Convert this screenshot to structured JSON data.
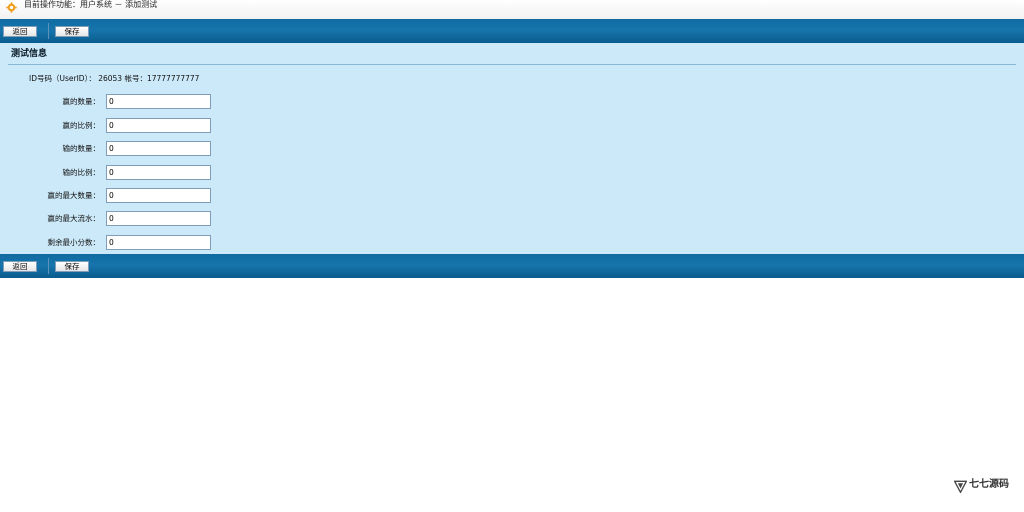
{
  "titlebar": {
    "icon": "gear-icon",
    "text": "目前操作功能：用户系统 － 添加测试"
  },
  "toolbar_top": {
    "back_label": "返回",
    "save_label": "保存"
  },
  "toolbar_bottom": {
    "back_label": "返回",
    "save_label": "保存"
  },
  "panel": {
    "title": "测试信息",
    "info": {
      "id_label": "ID号码（UserID）：",
      "id_value": "26053",
      "account_label": "帐号：",
      "account_value": "17777777777"
    },
    "fields": [
      {
        "label": "赢的数量：",
        "value": "0"
      },
      {
        "label": "赢的比例：",
        "value": "0"
      },
      {
        "label": "输的数量：",
        "value": "0"
      },
      {
        "label": "输的比例：",
        "value": "0"
      },
      {
        "label": "赢的最大数量：",
        "value": "0"
      },
      {
        "label": "赢的最大流水：",
        "value": "0"
      },
      {
        "label": "剩余最小分数：",
        "value": "0"
      }
    ]
  },
  "watermark": {
    "name": "七七源码"
  },
  "colors": {
    "toolbar": "#1775ac",
    "panel": "#cce9f9",
    "input_border": "#7f9db9",
    "gear": "#f0a020"
  }
}
